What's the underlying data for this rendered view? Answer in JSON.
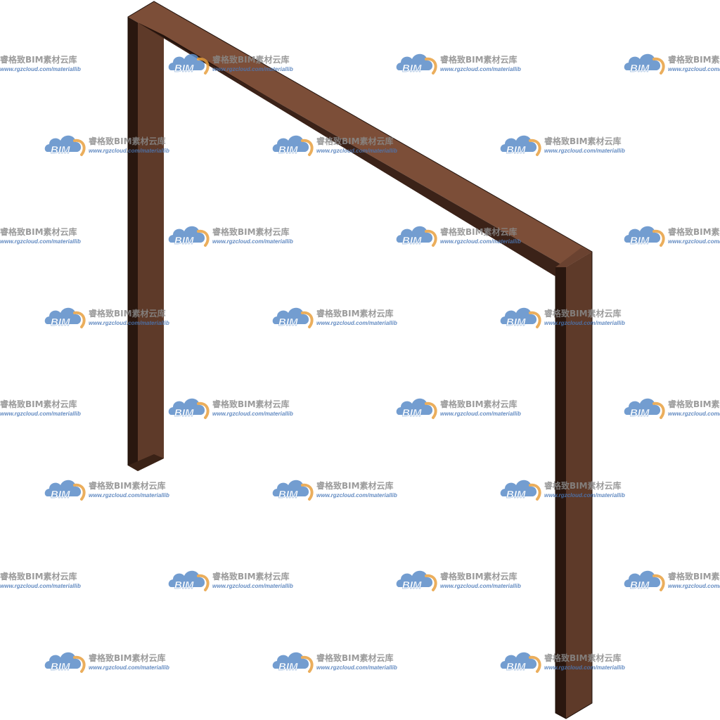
{
  "scene": {
    "subject": "door-frame-3d-model",
    "background_color": "#ffffff",
    "colors": {
      "front_face": "#5c3828",
      "top_face": "#7a4c36",
      "dark_side": "#2e1a12",
      "edge": "#1e100a"
    }
  },
  "watermark": {
    "logo_text": "BIM",
    "title": "睿格致BIM素材云库",
    "url": "www.rgzcloud.com/materiallib",
    "logo_colors": {
      "cloud": "#5b8cc8",
      "arc": "#e8a040",
      "text": "#ffffff"
    }
  }
}
